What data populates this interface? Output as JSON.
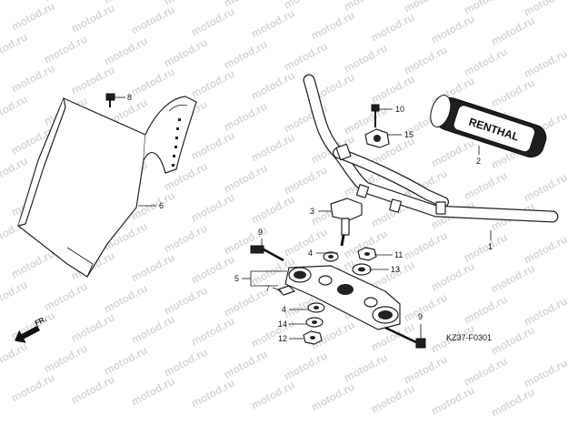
{
  "watermark": "motod.ru",
  "diagram_ref": "KZ37-F0301",
  "direction_label": "FR.",
  "grip_brand": "RENTHAL",
  "callouts": {
    "c1": "1",
    "c2": "2",
    "c3": "3",
    "c4a": "4",
    "c4b": "4",
    "c5": "5",
    "c6": "6",
    "c7": "7",
    "c8": "8",
    "c9a": "9",
    "c9b": "9",
    "c10": "10",
    "c11": "11",
    "c12": "12",
    "c13": "13",
    "c14": "14",
    "c15": "15"
  }
}
